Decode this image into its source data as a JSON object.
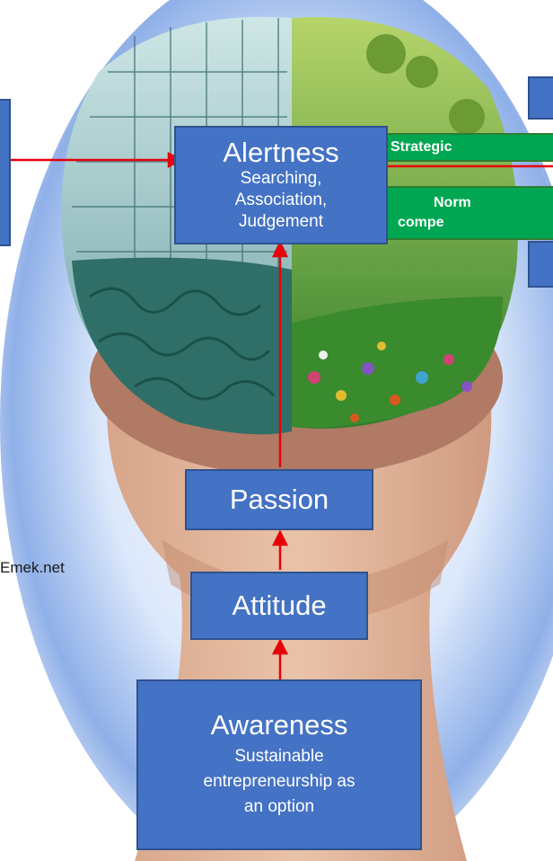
{
  "nodes": {
    "alertness": {
      "title": "Alertness",
      "lines": [
        "Searching,",
        "Association,",
        "Judgement"
      ]
    },
    "passion": {
      "title": "Passion"
    },
    "attitude": {
      "title": "Attitude"
    },
    "awareness": {
      "title": "Awareness",
      "lines": [
        "Sustainable",
        "entrepreneurship as",
        "an option"
      ]
    }
  },
  "right_labels": {
    "strategic": "Strategic",
    "normative": [
      "Norm",
      "compe"
    ]
  },
  "watermark": "Emek.net",
  "colors": {
    "box_fill": "#4472c4",
    "box_border": "#2f528f",
    "green_fill": "#00a651",
    "arrow": "#e8000b"
  }
}
